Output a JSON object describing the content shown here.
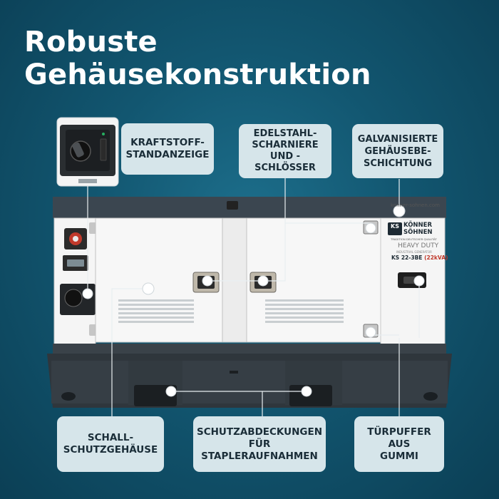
{
  "title": {
    "line1": "Robuste",
    "line2": "Gehäusekonstruktion"
  },
  "callouts": {
    "fuel": [
      "KRAFTSTOFF-",
      "STANDANZEIGE"
    ],
    "hinges": [
      "EDELSTAHL-",
      "SCHARNIERE",
      "UND -",
      "SCHLÖSSER"
    ],
    "coating": [
      "GALVANISIERTE",
      "GEHÄUSEBE-",
      "SCHICHTUNG"
    ],
    "housing": [
      "SCHALL-",
      "SCHUTZGEHÄUSE"
    ],
    "forklift": [
      "SCHUTZABDECKUNGEN",
      "FÜR",
      "STAPLERAUFNAHMEN"
    ],
    "buffer": [
      "TÜRPUFFER",
      "AUS",
      "GUMMI"
    ]
  },
  "product": {
    "website": "konner-sohnen.com",
    "brand_line1": "KÖNNER",
    "brand_line2": "SÖHNEN",
    "brand_tagline": "TRADITION DEUTSCHER QUALITÄT",
    "series": "HEAVY DUTY",
    "series_sub": "INDUSTRIAL GENERATOR",
    "model": "KS 22-3BE",
    "power": "(22kVA)",
    "logo_glyph": "KS"
  },
  "colors": {
    "background": "#125670",
    "callout_bg": "#d6e5ea",
    "callout_text": "#1a2d38",
    "frame": "#3b4650",
    "panel": "#f2f2f2",
    "accent_red": "#c0392b"
  }
}
